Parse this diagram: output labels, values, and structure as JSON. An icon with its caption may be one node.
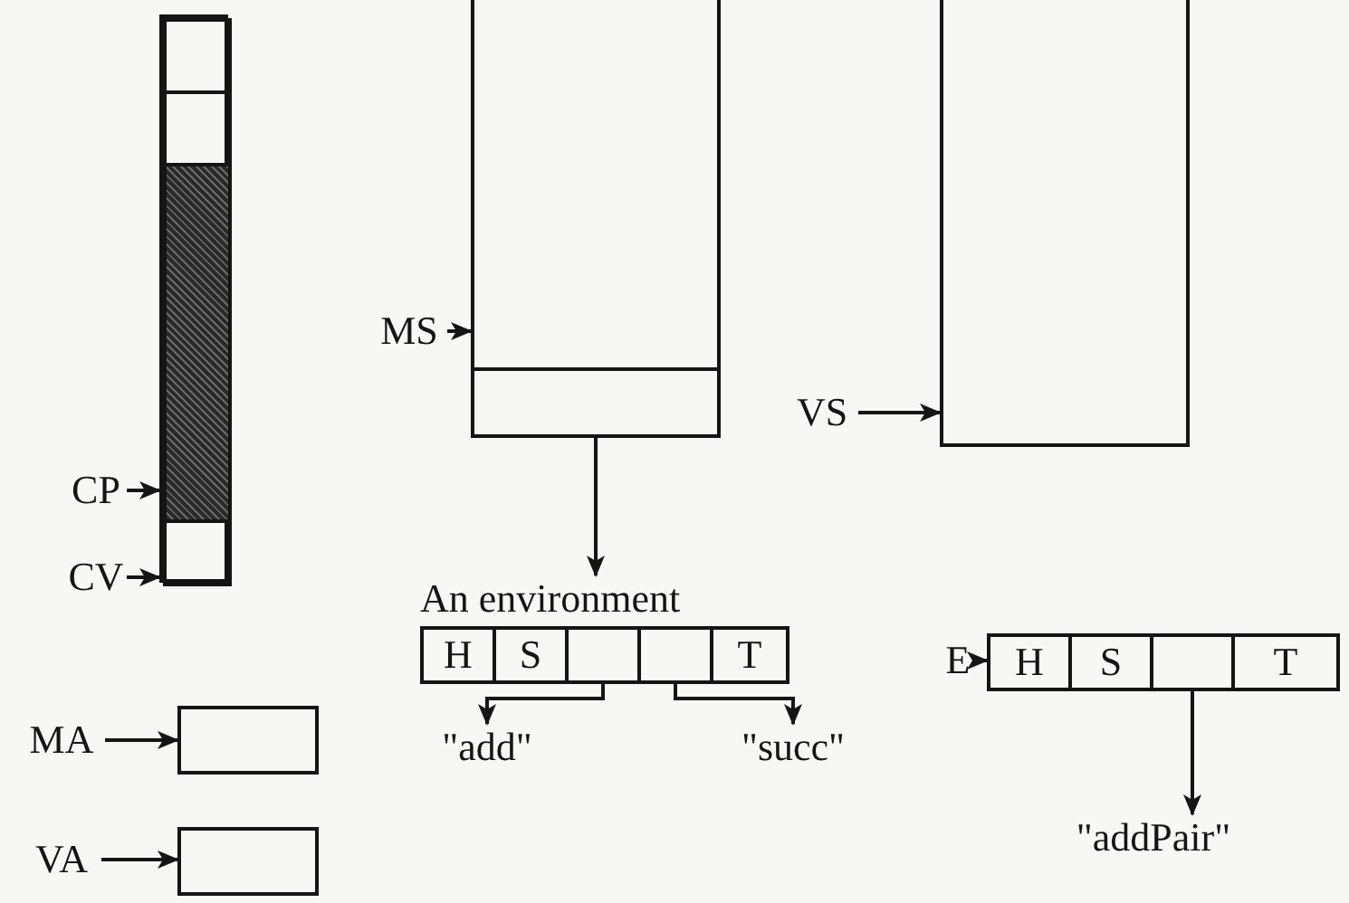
{
  "diagram": {
    "nodes": [
      {
        "text": [
          "CP"
        ]
      },
      {
        "text": [
          "CV"
        ]
      },
      {
        "text": [],
        "shape": "box"
      },
      {
        "text": [],
        "shape": "box",
        "in": 2
      },
      {
        "text": [],
        "shape": "box",
        "in": 2
      },
      {
        "text": [],
        "shape": "box",
        "in": 2
      },
      {
        "text": [],
        "shape": "box",
        "in": 2
      },
      {
        "text": [
          "MA"
        ]
      },
      {
        "text": [],
        "shape": "box"
      },
      {
        "text": [
          "VA"
        ]
      },
      {
        "text": [],
        "shape": "box"
      },
      {
        "text": [
          "MS"
        ]
      },
      {
        "text": [],
        "shape": "box"
      },
      {
        "text": [],
        "shape": "box",
        "in": 12
      },
      {
        "text": [
          "VS"
        ]
      },
      {
        "text": [],
        "shape": "box"
      },
      {
        "text": [
          "An environment"
        ]
      },
      {
        "text": [
          "H"
        ],
        "in": 16
      },
      {
        "text": [
          "S"
        ],
        "in": 16
      },
      {
        "text": [],
        "shape": "box",
        "in": 16
      },
      {
        "text": [],
        "shape": "box",
        "in": 16
      },
      {
        "text": [
          "T"
        ],
        "in": 16
      },
      {
        "text": [
          "\"add\""
        ]
      },
      {
        "text": [
          "\"succ\""
        ]
      },
      {
        "text": [
          "E"
        ]
      },
      {
        "text": [],
        "shape": "box"
      },
      {
        "text": [
          "H"
        ],
        "in": 25
      },
      {
        "text": [
          "S"
        ],
        "in": 25
      },
      {
        "text": [],
        "shape": "box",
        "in": 25
      },
      {
        "text": [
          "T"
        ],
        "in": 25
      },
      {
        "text": [
          "\"addPair\""
        ]
      }
    ],
    "edges": [
      {
        "from": 0,
        "to": 5,
        "arrow": "to"
      },
      {
        "from": 1,
        "to": 6,
        "arrow": "to"
      },
      {
        "from": 7,
        "to": 8,
        "arrow": "to"
      },
      {
        "from": 9,
        "to": 10,
        "arrow": "to"
      },
      {
        "from": 11,
        "to": 12,
        "arrow": "to"
      },
      {
        "from": 13,
        "to": 16,
        "arrow": "to"
      },
      {
        "from": 14,
        "to": 15,
        "arrow": "to"
      },
      {
        "from": 19,
        "to": 22,
        "arrow": "to"
      },
      {
        "from": 20,
        "to": 23,
        "arrow": "to"
      },
      {
        "from": 24,
        "to": 25,
        "arrow": "to"
      },
      {
        "from": 28,
        "to": 30,
        "arrow": "to"
      }
    ]
  }
}
